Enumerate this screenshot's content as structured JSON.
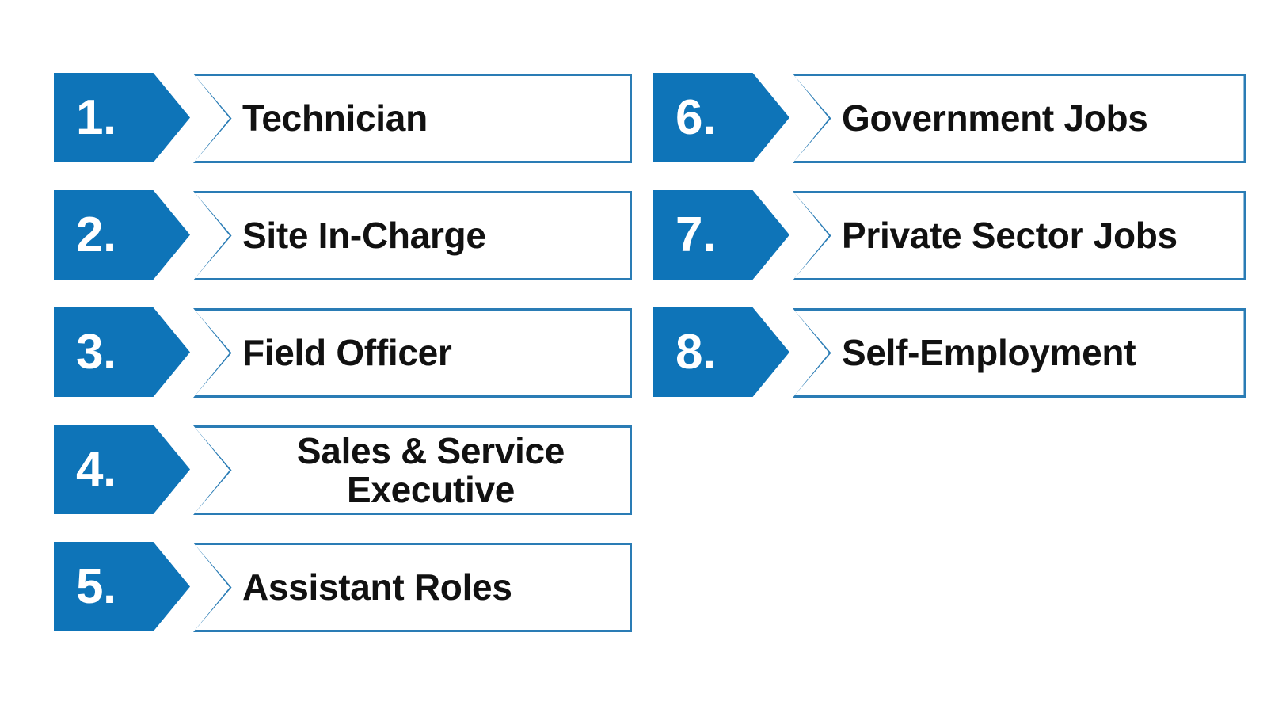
{
  "theme": {
    "background": "#ffffff",
    "badge_fill": "#0E74B8",
    "plaque_border": "#2A7CB5",
    "plaque_fill": "#ffffff",
    "number_color": "#ffffff",
    "label_color": "#111111"
  },
  "list": {
    "columns": [
      {
        "name": "left-column",
        "items": [
          {
            "number": "1.",
            "label": "Technician",
            "lines": [
              "Technician"
            ]
          },
          {
            "number": "2.",
            "label": "Site In-Charge",
            "lines": [
              "Site In-Charge"
            ]
          },
          {
            "number": "3.",
            "label": "Field Officer",
            "lines": [
              "Field Officer"
            ]
          },
          {
            "number": "4.",
            "label": "Sales & Service Executive",
            "lines": [
              "Sales & Service",
              "Executive"
            ]
          },
          {
            "number": "5.",
            "label": "Assistant Roles",
            "lines": [
              "Assistant Roles"
            ]
          }
        ]
      },
      {
        "name": "right-column",
        "items": [
          {
            "number": "6.",
            "label": "Government Jobs",
            "lines": [
              "Government Jobs"
            ]
          },
          {
            "number": "7.",
            "label": "Private Sector Jobs",
            "lines": [
              "Private Sector Jobs"
            ]
          },
          {
            "number": "8.",
            "label": "Self-Employment",
            "lines": [
              "Self-Employment"
            ]
          }
        ]
      }
    ]
  }
}
